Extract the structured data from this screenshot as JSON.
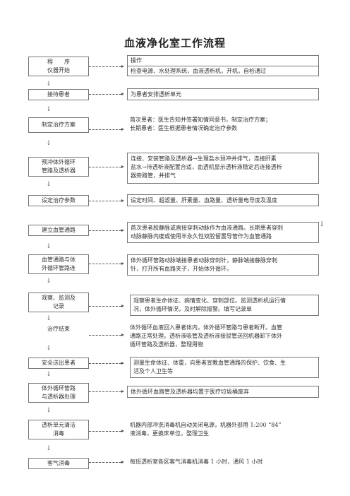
{
  "title": "血液净化室工作流程",
  "down_arrow": "↓",
  "steps": [
    {
      "left": [
        "程　　序",
        "仪器开始"
      ],
      "right_header": "操作",
      "right": [
        "检查电源、水处理系统，血液透析机，开机，自检通过"
      ]
    },
    {
      "left": [
        "接待患者"
      ],
      "right": [
        "为患者安排透析单元"
      ]
    },
    {
      "left": [
        "制定治疗方案"
      ],
      "right": [
        "首次患者：医生告知并签署知情同意书，制定治疗方案；",
        "长期患者：医生根据患者情况确定治疗参数"
      ]
    },
    {
      "left": [
        "预冲体外循环",
        "管路及透析器"
      ],
      "right": [
        "连接、安装管路及透析器→生理盐水预冲并排气，连接肝素",
        "盐水→待透析液配置合适，血透机显示透析液稳定后连接透析",
        "器旁路管，并排气"
      ]
    },
    {
      "left": [
        "设定治疗参数"
      ],
      "right": [
        "设定时间、超滤量、肝素量、血路量、透析量电导度及温度"
      ]
    },
    {
      "left": [
        "建立血管通路"
      ],
      "right": [
        "首次患者股静脉或直接穿刺动脉作为血液通路。长期患者穿刺",
        "动脉静脉内瘘或使用半永久性双腔留置导管作为血管通路"
      ]
    },
    {
      "left": [
        "血管通路与体",
        "外循环管路连"
      ],
      "right": [
        "体外循环管路动脉端接患者动脉穿刺针，静脉端接静脉穿刺",
        "针，打开所有血路夹子，开始体外循环。"
      ]
    },
    {
      "left": [
        "观察、监测及",
        "记录"
      ],
      "right": [
        "观察患者生命体征、病情变化、穿刺部位。监测透析机运行情",
        "况，体外循环情况，及时解除报警。填写记录单"
      ]
    },
    {
      "left": [
        "治疗结束"
      ],
      "right": [
        "体外循环血液回入患者体内，体外循环管路与患者断开。血管",
        "通路正常处理。透析液吸管及透析液接驳管送回机器卸下体外",
        "循环管路及透析器，整理用物"
      ]
    },
    {
      "left": [
        "安全送出患者"
      ],
      "right": [
        "测量生命体征、体重，向患者宣教血管通路的保护、饮食、生",
        "活及个人卫生等"
      ]
    },
    {
      "left": [
        "体外循环管路",
        "与透析器处理"
      ],
      "right": [
        "体外循环血路管及透析器均置于医疗垃圾桶废弃"
      ]
    },
    {
      "left": [
        "透析单元清洁",
        "消毒"
      ],
      "right": [
        "机器内部冲洗消毒机自动关闭电源，机器外部用 1:200 “84”",
        "液消毒，更换床单位，整理卫生"
      ]
    },
    {
      "left": [
        "客气消毒"
      ],
      "right": [
        "每班透析室各区客气消毒机消毒 1 小时，通风 1 小时"
      ]
    }
  ]
}
